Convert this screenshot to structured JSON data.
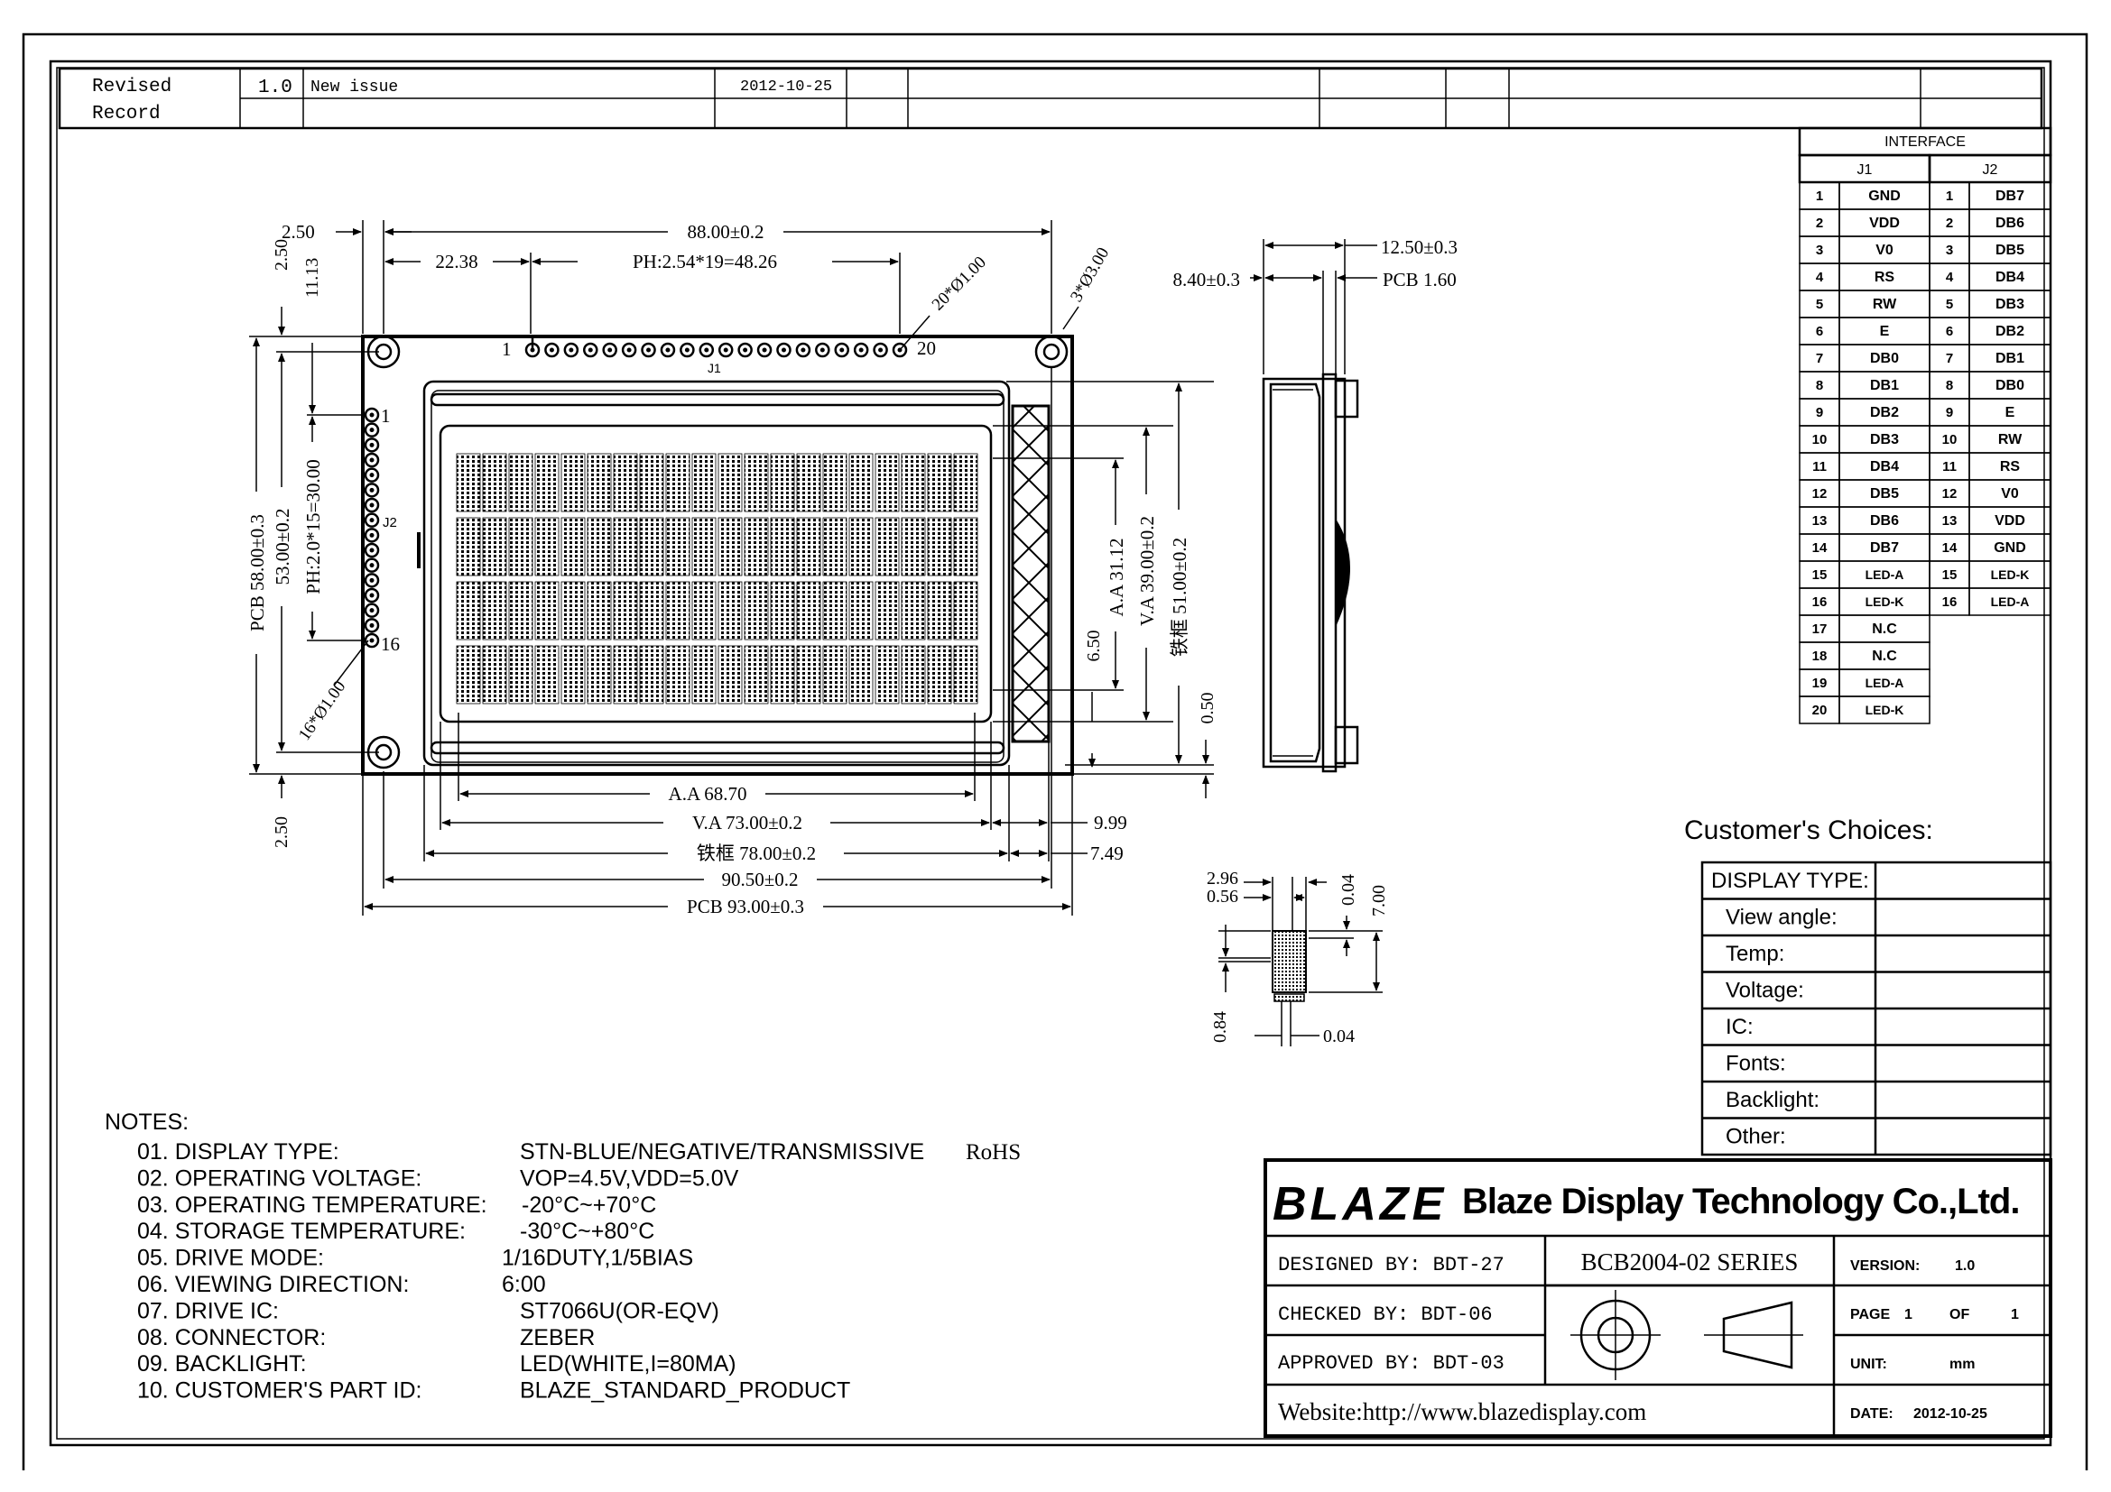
{
  "revision": {
    "label_line1": "Revised",
    "label_line2": "Record",
    "version": "1.0",
    "description": "New issue",
    "date": "2012-10-25"
  },
  "interface": {
    "title": "INTERFACE",
    "j1_label": "J1",
    "j2_label": "J2",
    "j1": [
      {
        "pin": "1",
        "name": "GND"
      },
      {
        "pin": "2",
        "name": "VDD"
      },
      {
        "pin": "3",
        "name": "V0"
      },
      {
        "pin": "4",
        "name": "RS"
      },
      {
        "pin": "5",
        "name": "RW"
      },
      {
        "pin": "6",
        "name": "E"
      },
      {
        "pin": "7",
        "name": "DB0"
      },
      {
        "pin": "8",
        "name": "DB1"
      },
      {
        "pin": "9",
        "name": "DB2"
      },
      {
        "pin": "10",
        "name": "DB3"
      },
      {
        "pin": "11",
        "name": "DB4"
      },
      {
        "pin": "12",
        "name": "DB5"
      },
      {
        "pin": "13",
        "name": "DB6"
      },
      {
        "pin": "14",
        "name": "DB7"
      },
      {
        "pin": "15",
        "name": "LED-A"
      },
      {
        "pin": "16",
        "name": "LED-K"
      },
      {
        "pin": "17",
        "name": "N.C"
      },
      {
        "pin": "18",
        "name": "N.C"
      },
      {
        "pin": "19",
        "name": "LED-A"
      },
      {
        "pin": "20",
        "name": "LED-K"
      }
    ],
    "j2": [
      {
        "pin": "1",
        "name": "DB7"
      },
      {
        "pin": "2",
        "name": "DB6"
      },
      {
        "pin": "3",
        "name": "DB5"
      },
      {
        "pin": "4",
        "name": "DB4"
      },
      {
        "pin": "5",
        "name": "DB3"
      },
      {
        "pin": "6",
        "name": "DB2"
      },
      {
        "pin": "7",
        "name": "DB1"
      },
      {
        "pin": "8",
        "name": "DB0"
      },
      {
        "pin": "9",
        "name": "E"
      },
      {
        "pin": "10",
        "name": "RW"
      },
      {
        "pin": "11",
        "name": "RS"
      },
      {
        "pin": "12",
        "name": "V0"
      },
      {
        "pin": "13",
        "name": "VDD"
      },
      {
        "pin": "14",
        "name": "GND"
      },
      {
        "pin": "15",
        "name": "LED-K"
      },
      {
        "pin": "16",
        "name": "LED-A"
      }
    ]
  },
  "dims": {
    "d_2_50_top": "2.50",
    "d_88": "88.00±0.2",
    "d_22_38": "22.38",
    "d_ph_j1": "PH:2.54*19=48.26",
    "d_2_50_v": "2.50",
    "d_11_13": "11.13",
    "d_hole_20": "20*Ø1.00",
    "d_hole_3": "3*Ø3.00",
    "pin_1": "1",
    "pin_20": "20",
    "j1_tag": "J1",
    "j2_tag": "J2",
    "pin_j2_1": "1",
    "pin_j2_16": "16",
    "d_pcb58": "PCB 58.00±0.3",
    "d_53": "53.00±0.2",
    "d_ph_j2": "PH:2.0*15=30.00",
    "d_hole_16": "16*Ø1.00",
    "d_2_50_bottom": "2.50",
    "d_aa_h": "A.A 31.12",
    "d_va_h": "V.A 39.00±0.2",
    "d_frame_h": "铁框 51.00±0.2",
    "d_6_50": "6.50",
    "d_0_50": "0.50",
    "d_aa_w": "A.A 68.70",
    "d_va_w": "V.A 73.00±0.2",
    "d_9_99": "9.99",
    "d_frame_w": "铁框 78.00±0.2",
    "d_7_49": "7.49",
    "d_90_50": "90.50±0.2",
    "d_pcb93": "PCB 93.00±0.3",
    "d_12_50": "12.50±0.3",
    "d_8_40": "8.40±0.3",
    "d_pcb160": "PCB 1.60",
    "d_2_96": "2.96",
    "d_0_56": "0.56",
    "d_0_04a": "0.04",
    "d_7_00": "7.00",
    "d_0_84": "0.84",
    "d_0_04b": "0.04"
  },
  "customer": {
    "title": "Customer's  Choices:",
    "rows": [
      "DISPLAY TYPE:",
      "View angle:",
      "Temp:",
      "Voltage:",
      "IC:",
      "Fonts:",
      "Backlight:",
      "Other:"
    ]
  },
  "notes": {
    "title": "NOTES:",
    "items": [
      {
        "label": "01. DISPLAY TYPE:",
        "value": "STN-BLUE/NEGATIVE/TRANSMISSIVE",
        "extra": "RoHS"
      },
      {
        "label": "02. OPERATING VOLTAGE:",
        "value": "VOP=4.5V,VDD=5.0V",
        "extra": ""
      },
      {
        "label": "03. OPERATING TEMPERATURE:",
        "value": "-20°C~+70°C",
        "extra": ""
      },
      {
        "label": "04. STORAGE TEMPERATURE:",
        "value": "-30°C~+80°C",
        "extra": ""
      },
      {
        "label": "05. DRIVE MODE:",
        "value": "1/16DUTY,1/5BIAS",
        "extra": ""
      },
      {
        "label": "06. VIEWING DIRECTION:",
        "value": "6:00",
        "extra": ""
      },
      {
        "label": "07. DRIVE IC:",
        "value": "ST7066U(OR-EQV)",
        "extra": ""
      },
      {
        "label": "08. CONNECTOR:",
        "value": "ZEBER",
        "extra": ""
      },
      {
        "label": "09. BACKLIGHT:",
        "value": "LED(WHITE,I=80MA)",
        "extra": ""
      },
      {
        "label": "10. CUSTOMER'S PART ID:",
        "value": "BLAZE_STANDARD_PRODUCT",
        "extra": ""
      }
    ]
  },
  "title_block": {
    "logo": "BLAZE",
    "company": "Blaze Display Technology Co.,Ltd.",
    "designed": "DESIGNED BY: BDT-27",
    "checked": "CHECKED BY: BDT-06",
    "approved": "APPROVED BY: BDT-03",
    "series": "BCB2004-02 SERIES",
    "version_label": "VERSION:",
    "version_value": "1.0",
    "page_label": "PAGE",
    "page_num": "1",
    "page_of": "OF",
    "page_total": "1",
    "unit_label": "UNIT:",
    "unit_value": "mm",
    "website": "Website:http://www.blazedisplay.com",
    "date_label": "DATE:",
    "date_value": "2012-10-25"
  }
}
